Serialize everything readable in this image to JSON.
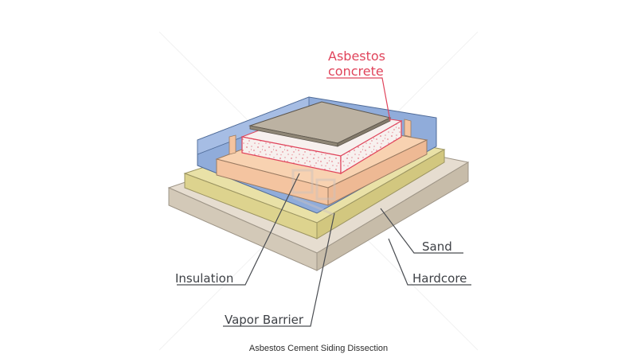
{
  "labels": {
    "asbestos_line1": "Asbestos",
    "asbestos_line2": "concrete",
    "sand": "Sand",
    "hardcore": "Hardcore",
    "insulation": "Insulation",
    "vapor_barrier": "Vapor Barrier"
  },
  "caption": "Asbestos Cement Siding Dissection",
  "colors": {
    "hardcore": "#e6ddd0",
    "sand": "#e9e1a7",
    "vapor_barrier": "#90acda",
    "insulation": "#f8d2b1",
    "asbestos_concrete": "#f7f0ee",
    "top_slab": "#bcb2a2",
    "accent_red": "#e0445b"
  }
}
